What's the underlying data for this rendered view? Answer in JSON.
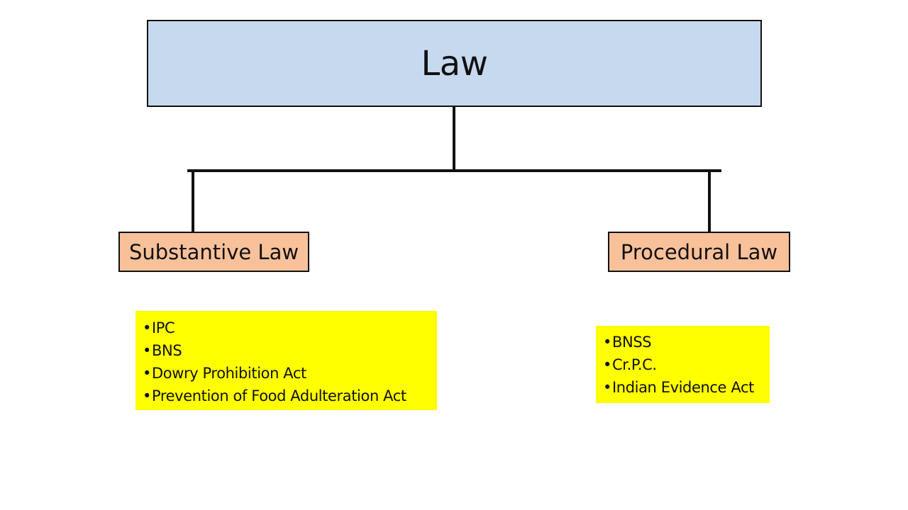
{
  "diagram": {
    "type": "tree",
    "root": {
      "label": "Law",
      "color": "#c6d9ef"
    },
    "children": [
      {
        "label": "Substantive Law",
        "color": "#f9c19a",
        "items": [
          "IPC",
          "BNS",
          "Dowry Prohibition Act",
          "Prevention of Food Adulteration Act"
        ],
        "items_color": "#ffff00"
      },
      {
        "label": "Procedural Law",
        "color": "#f9c19a",
        "items": [
          "BNSS",
          "Cr.P.C.",
          "Indian Evidence Act"
        ],
        "items_color": "#ffff00"
      }
    ]
  }
}
